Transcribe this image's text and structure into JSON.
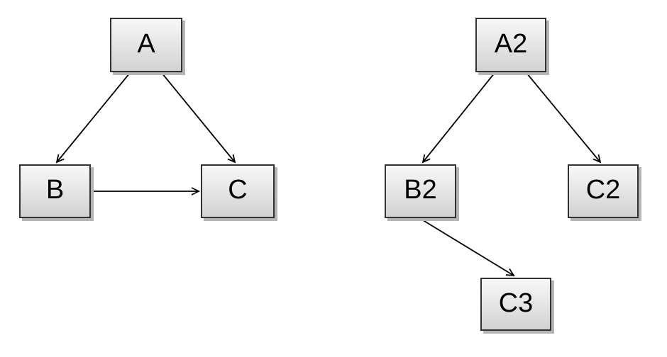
{
  "diagram": {
    "background_color": "#ffffff",
    "style": {
      "node_fill_top": "#f7f7f7",
      "node_fill_bottom": "#d2d2d2",
      "node_border_color": "#323232",
      "node_shadow_color": "#b5b5b5",
      "edge_color": "#000000",
      "label_color": "#000000"
    },
    "graphs": [
      {
        "name": "left-graph",
        "nodes": [
          {
            "id": "A",
            "label": "A"
          },
          {
            "id": "B",
            "label": "B"
          },
          {
            "id": "C",
            "label": "C"
          }
        ],
        "edges": [
          {
            "from": "A",
            "to": "B"
          },
          {
            "from": "A",
            "to": "C"
          },
          {
            "from": "B",
            "to": "C"
          }
        ]
      },
      {
        "name": "right-graph",
        "nodes": [
          {
            "id": "A2",
            "label": "A2"
          },
          {
            "id": "B2",
            "label": "B2"
          },
          {
            "id": "C2",
            "label": "C2"
          },
          {
            "id": "C3",
            "label": "C3"
          }
        ],
        "edges": [
          {
            "from": "A2",
            "to": "B2"
          },
          {
            "from": "A2",
            "to": "C2"
          },
          {
            "from": "B2",
            "to": "C3"
          }
        ]
      }
    ]
  }
}
